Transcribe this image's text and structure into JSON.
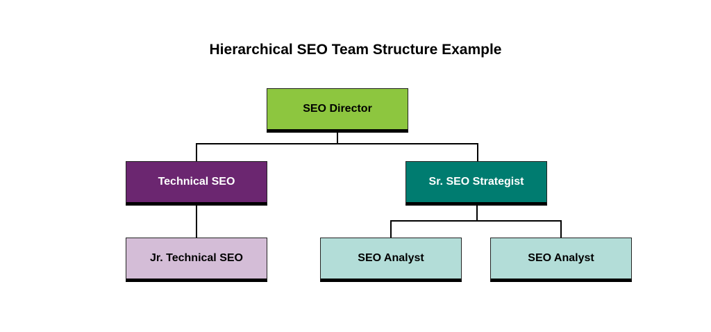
{
  "title": "Hierarchical SEO Team Structure Example",
  "nodes": {
    "director": {
      "label": "SEO Director",
      "color": "#8dc63f"
    },
    "technical": {
      "label": "Technical SEO",
      "color": "#6b2670"
    },
    "strategist": {
      "label": "Sr. SEO Strategist",
      "color": "#007c70"
    },
    "jr_technical": {
      "label": "Jr. Technical SEO",
      "color": "#d4bdd7"
    },
    "analyst_1": {
      "label": "SEO Analyst",
      "color": "#b3ddd8"
    },
    "analyst_2": {
      "label": "SEO Analyst",
      "color": "#b3ddd8"
    }
  }
}
